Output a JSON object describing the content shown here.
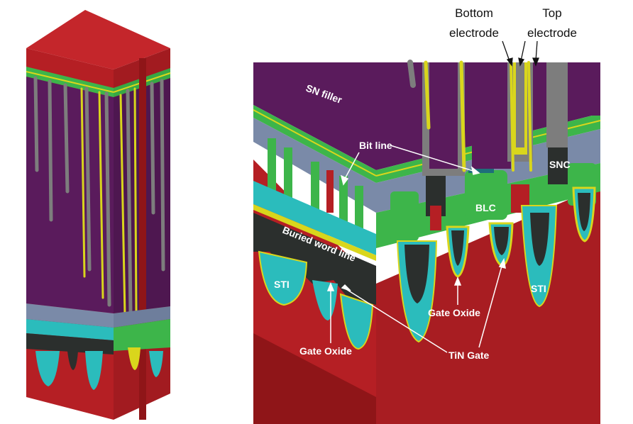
{
  "labels": {
    "bottom_electrode": [
      "Bottom",
      "electrode"
    ],
    "top_electrode": [
      "Top",
      "electrode"
    ],
    "sn_filler": "SN filler",
    "bit_line": "Bit line",
    "snc": "SNC",
    "blc": "BLC",
    "buried_word_line": "Buried word line",
    "sti_left": "STI",
    "sti_right": "STI",
    "gate_oxide_right": "Gate Oxide",
    "gate_oxide_left": "Gate Oxide",
    "tin_gate": "TiN Gate"
  },
  "colors": {
    "substrate_red": "#b51f24",
    "substrate_red_dark": "#8f1518",
    "filler_purple": "#5a1b5c",
    "filler_purple_dark": "#461548",
    "nitride_green": "#3db54a",
    "electrode_yellow": "#d9d61c",
    "electrode_gray": "#7d7d7d",
    "sti_cyan": "#2bbcbc",
    "dielectric_blue": "#7a8aa8",
    "word_line_black": "#2b2f2d"
  }
}
